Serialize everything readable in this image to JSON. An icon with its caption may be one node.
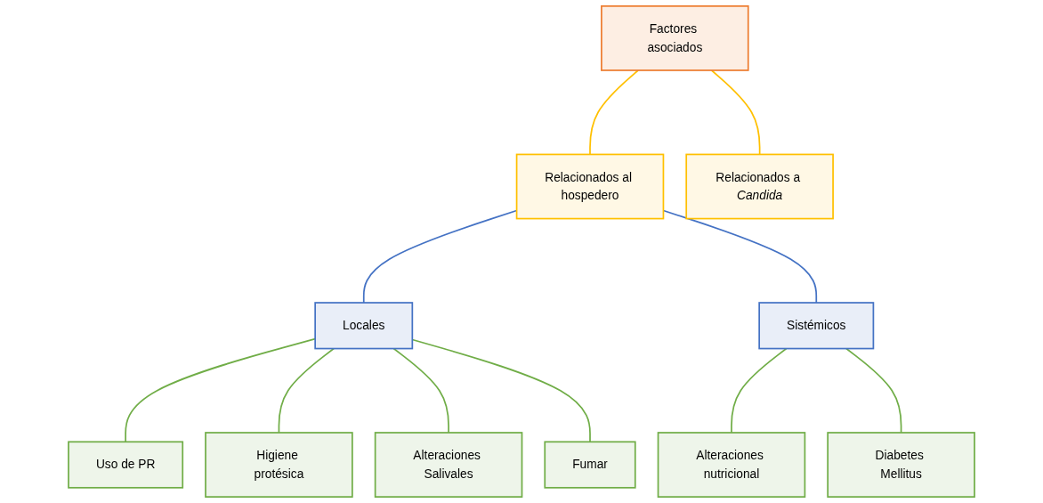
{
  "diagram": {
    "nodes": [
      {
        "text": [
          "Factores asociados"
        ]
      },
      {
        "text": [
          "Relacionados al hospedero"
        ]
      },
      {
        "text": [
          "Relacionados a *Candida*"
        ]
      },
      {
        "text": [
          "Locales"
        ]
      },
      {
        "text": [
          "Sistémicos"
        ]
      },
      {
        "text": [
          "Uso de PR"
        ]
      },
      {
        "text": [
          "Higiene protésica"
        ]
      },
      {
        "text": [
          "Alteraciones Salivales"
        ]
      },
      {
        "text": [
          "Fumar"
        ]
      },
      {
        "text": [
          "Alteraciones nutricional"
        ]
      },
      {
        "text": [
          "Diabetes Mellitus"
        ]
      }
    ],
    "edges": [
      {
        "from": 0,
        "to": 1,
        "arrow": "none",
        "color": "#ffc000"
      },
      {
        "from": 0,
        "to": 2,
        "arrow": "none",
        "color": "#ffc000"
      },
      {
        "from": 1,
        "to": 3,
        "arrow": "none",
        "color": "#4472c4"
      },
      {
        "from": 1,
        "to": 4,
        "arrow": "none",
        "color": "#4472c4"
      },
      {
        "from": 3,
        "to": 5,
        "arrow": "none"
      },
      {
        "from": 3,
        "to": 6,
        "arrow": "none"
      },
      {
        "from": 3,
        "to": 7,
        "arrow": "none"
      },
      {
        "from": 3,
        "to": 8,
        "arrow": "none"
      },
      {
        "from": 4,
        "to": 9,
        "arrow": "none"
      },
      {
        "from": 4,
        "to": 10,
        "arrow": "none"
      }
    ]
  }
}
